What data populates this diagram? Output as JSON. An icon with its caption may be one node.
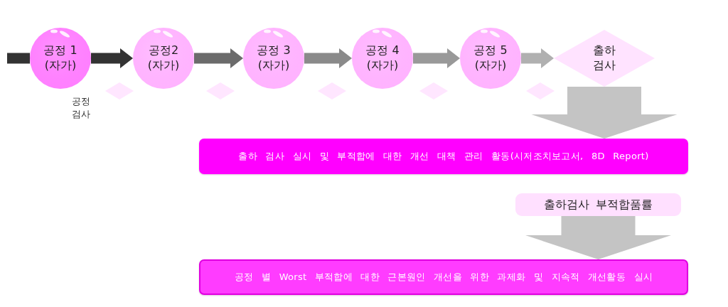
{
  "diagram": {
    "nodes": [
      {
        "text": [
          "공정 1 (자가)"
        ]
      },
      {
        "text": [
          "공정2 (자가)"
        ]
      },
      {
        "text": [
          "공정 3 (자가)"
        ]
      },
      {
        "text": [
          "공정 4 (자가)"
        ]
      },
      {
        "text": [
          "공정 5 (자가)"
        ]
      },
      {
        "text": [
          "출하 검사"
        ]
      },
      {
        "text": [],
        "shape": "diamond"
      },
      {
        "text": [],
        "shape": "diamond"
      },
      {
        "text": [],
        "shape": "diamond"
      },
      {
        "text": [],
        "shape": "diamond"
      },
      {
        "text": [],
        "shape": "diamond"
      },
      {
        "text": [
          "출하 검사 실시 및 부적합에 대한 개선 대책 관리 활동(시저조치보고서, 8D Report)"
        ]
      },
      {
        "text": [
          "출하검사 부적합품률"
        ]
      },
      {
        "text": [
          "공정 별 Worst 부적합에 대한 근본원인 개선을 위한 과제화 및 지속적 개선활동 실시"
        ]
      }
    ],
    "edges": [
      {
        "from": null,
        "to": 0,
        "arrow": "none",
        "color": "#333333"
      },
      {
        "from": 0,
        "to": 1,
        "arrow": "to",
        "color": "#333333"
      },
      {
        "from": 1,
        "to": 2,
        "arrow": "to",
        "color": "#6b6b6b"
      },
      {
        "from": 2,
        "to": 3,
        "arrow": "to",
        "color": "#8a8a8a"
      },
      {
        "from": 3,
        "to": 4,
        "arrow": "to",
        "color": "#999999"
      },
      {
        "from": 4,
        "to": 5,
        "arrow": "to",
        "color": "#b0b0b0"
      },
      {
        "from": 5,
        "to": 11,
        "arrow": "to",
        "style": "thick",
        "color": "#c4c4c4"
      },
      {
        "from": 12,
        "to": 13,
        "arrow": "to",
        "style": "thick",
        "color": "#c4c4c4"
      }
    ],
    "labels": [
      "공정 검사"
    ]
  }
}
